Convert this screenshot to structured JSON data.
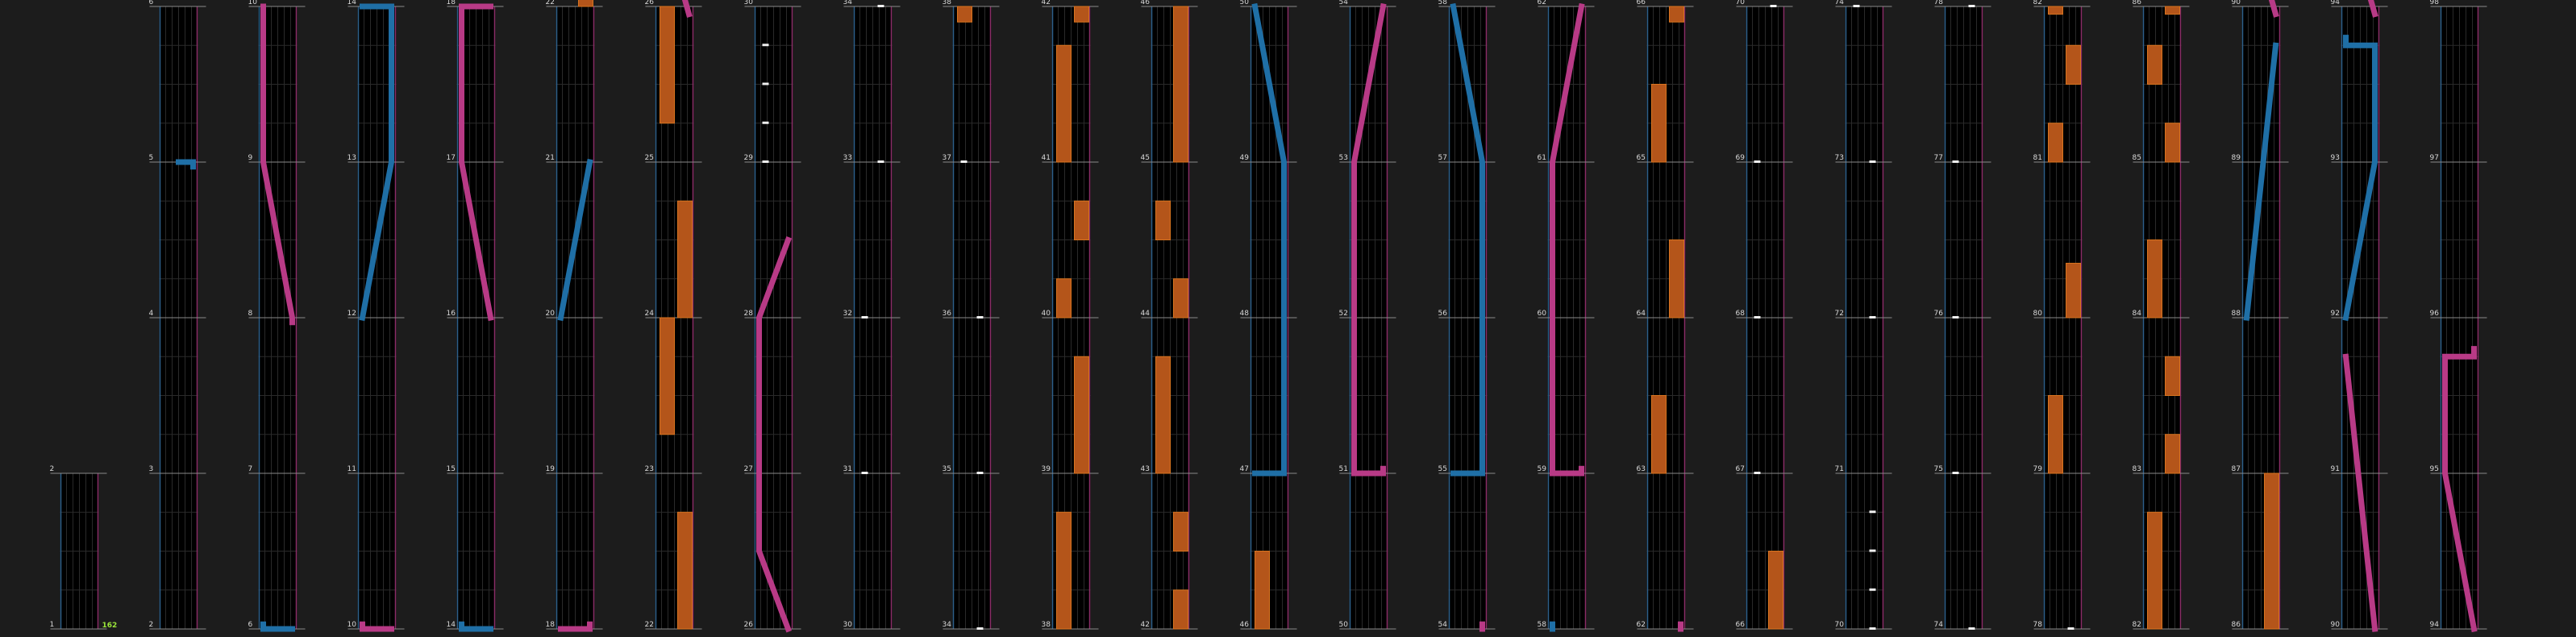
{
  "colors": {
    "background": "#1c1c1c",
    "lane_fill": "#000000",
    "lane_border_left": "#2d5f8a",
    "lane_border_right": "#8a2d66",
    "measure_line": "#8a8a8a",
    "grid_line": "#2a2a2a",
    "blue_arrow": "#1f6fa6",
    "pink_arrow": "#b83a86",
    "hold_fill": "#b4551a",
    "hold_edge": "#d8741f",
    "tap_note": "#f0f0f0",
    "combo_text": "#9be53a",
    "label_text": "#d8d8d8"
  },
  "combo_counter": "162",
  "columns": [
    {
      "labels": [
        "1",
        "2"
      ],
      "notes": []
    },
    {
      "labels": [
        "2",
        "3",
        "4",
        "5",
        "6"
      ],
      "notes": [
        {
          "kind": "path",
          "color": "blue",
          "pts": [
            [
              0.5,
              5
            ],
            [
              1,
              5
            ],
            [
              1,
              4.97
            ]
          ]
        }
      ]
    },
    {
      "labels": [
        "6",
        "7",
        "8",
        "9",
        "10"
      ],
      "notes": [
        {
          "kind": "path",
          "color": "blue",
          "pts": [
            [
              0,
              6.03
            ],
            [
              0,
              6
            ],
            [
              1,
              6
            ]
          ]
        },
        {
          "kind": "path",
          "color": "pink",
          "pts": [
            [
              0,
              10
            ],
            [
              0,
              9
            ],
            [
              1,
              8
            ],
            [
              1,
              7.97
            ]
          ]
        }
      ]
    },
    {
      "labels": [
        "10",
        "11",
        "12",
        "13",
        "14"
      ],
      "notes": [
        {
          "kind": "path",
          "color": "pink",
          "pts": [
            [
              0,
              10.03
            ],
            [
              0,
              10
            ],
            [
              1,
              10
            ]
          ]
        },
        {
          "kind": "path",
          "color": "blue",
          "pts": [
            [
              0,
              14
            ],
            [
              1,
              14
            ],
            [
              1,
              13
            ],
            [
              0,
              12
            ]
          ]
        }
      ]
    },
    {
      "labels": [
        "14",
        "15",
        "16",
        "17",
        "18"
      ],
      "notes": [
        {
          "kind": "path",
          "color": "blue",
          "pts": [
            [
              0,
              14.03
            ],
            [
              0,
              14
            ],
            [
              1,
              14
            ]
          ]
        },
        {
          "kind": "path",
          "color": "pink",
          "pts": [
            [
              1,
              18
            ],
            [
              0,
              18
            ],
            [
              0,
              17
            ],
            [
              1,
              16
            ]
          ]
        }
      ]
    },
    {
      "labels": [
        "18",
        "19",
        "20",
        "21",
        "22"
      ],
      "notes": [
        {
          "kind": "path",
          "color": "pink",
          "pts": [
            [
              0,
              18
            ],
            [
              1,
              18
            ],
            [
              1,
              18.03
            ]
          ]
        },
        {
          "kind": "path",
          "color": "blue",
          "pts": [
            [
              0,
              20
            ],
            [
              1,
              21
            ]
          ]
        },
        {
          "kind": "hold",
          "lane": 1,
          "from": 22,
          "to": 22.15
        }
      ]
    },
    {
      "labels": [
        "22",
        "23",
        "24",
        "25",
        "26"
      ],
      "notes": [
        {
          "kind": "hold",
          "lane": 1,
          "from": 22,
          "to": 22.75
        },
        {
          "kind": "hold",
          "lane": 0,
          "from": 23.25,
          "to": 24
        },
        {
          "kind": "hold",
          "lane": 1,
          "from": 24,
          "to": 24.75
        },
        {
          "kind": "hold",
          "lane": 0,
          "from": 25.25,
          "to": 26
        },
        {
          "kind": "path",
          "color": "pink",
          "pts": [
            [
              0.85,
              26.05
            ],
            [
              1,
              25.95
            ]
          ]
        }
      ]
    },
    {
      "labels": [
        "26",
        "27",
        "28",
        "29",
        "30"
      ],
      "notes": [
        {
          "kind": "path",
          "color": "pink",
          "pts": [
            [
              1,
              26
            ],
            [
              0,
              26.5
            ],
            [
              0,
              28
            ],
            [
              1,
              28.5
            ]
          ]
        },
        {
          "kind": "tap",
          "lane": 0,
          "at": 29
        },
        {
          "kind": "tap",
          "lane": 0,
          "at": 29.25
        },
        {
          "kind": "tap",
          "lane": 0,
          "at": 29.5
        },
        {
          "kind": "tap",
          "lane": 0,
          "at": 29.75
        }
      ]
    },
    {
      "labels": [
        "30",
        "31",
        "32",
        "33",
        "34"
      ],
      "notes": [
        {
          "kind": "tap",
          "lane": 0,
          "at": 31
        },
        {
          "kind": "tap",
          "lane": 0,
          "at": 32
        },
        {
          "kind": "tap",
          "lane": 1,
          "at": 33
        },
        {
          "kind": "tap",
          "lane": 1,
          "at": 34
        }
      ]
    },
    {
      "labels": [
        "34",
        "35",
        "36",
        "37",
        "38"
      ],
      "notes": [
        {
          "kind": "tap",
          "lane": 1,
          "at": 34
        },
        {
          "kind": "tap",
          "lane": 1,
          "at": 35
        },
        {
          "kind": "tap",
          "lane": 1,
          "at": 36
        },
        {
          "kind": "tap",
          "lane": 0,
          "at": 37
        },
        {
          "kind": "hold",
          "lane": 0,
          "from": 37.9,
          "to": 38
        }
      ]
    },
    {
      "labels": [
        "38",
        "39",
        "40",
        "41",
        "42"
      ],
      "notes": [
        {
          "kind": "hold",
          "lane": 0,
          "from": 38,
          "to": 38.75
        },
        {
          "kind": "hold",
          "lane": 1,
          "from": 39,
          "to": 39.75
        },
        {
          "kind": "hold",
          "lane": 0,
          "from": 40,
          "to": 40.25
        },
        {
          "kind": "hold",
          "lane": 1,
          "from": 40.5,
          "to": 40.75
        },
        {
          "kind": "hold",
          "lane": 0,
          "from": 41,
          "to": 41.75
        },
        {
          "kind": "hold",
          "lane": 1,
          "from": 41.9,
          "to": 42
        }
      ]
    },
    {
      "labels": [
        "42",
        "43",
        "44",
        "45",
        "46"
      ],
      "notes": [
        {
          "kind": "hold",
          "lane": 1,
          "from": 42,
          "to": 42.25
        },
        {
          "kind": "hold",
          "lane": 1,
          "from": 42.5,
          "to": 42.75
        },
        {
          "kind": "hold",
          "lane": 0,
          "from": 43,
          "to": 43.75
        },
        {
          "kind": "hold",
          "lane": 1,
          "from": 44,
          "to": 44.25
        },
        {
          "kind": "hold",
          "lane": 0,
          "from": 44.5,
          "to": 44.75
        },
        {
          "kind": "hold",
          "lane": 1,
          "from": 45,
          "to": 46
        }
      ]
    },
    {
      "labels": [
        "46",
        "47",
        "48",
        "49",
        "50"
      ],
      "notes": [
        {
          "kind": "hold",
          "lane": 0,
          "from": 46,
          "to": 46.5
        },
        {
          "kind": "path",
          "color": "blue",
          "pts": [
            [
              0,
              47
            ],
            [
              1,
              47
            ],
            [
              1,
              49
            ],
            [
              0,
              50
            ]
          ]
        }
      ]
    },
    {
      "labels": [
        "50",
        "51",
        "52",
        "53",
        "54"
      ],
      "notes": [
        {
          "kind": "path",
          "color": "pink",
          "pts": [
            [
              1,
              51.03
            ],
            [
              1,
              51
            ],
            [
              0,
              51
            ],
            [
              0,
              53
            ],
            [
              1,
              54
            ]
          ]
        }
      ]
    },
    {
      "labels": [
        "54",
        "55",
        "56",
        "57",
        "58"
      ],
      "notes": [
        {
          "kind": "path",
          "color": "pink",
          "pts": [
            [
              1,
              54
            ],
            [
              1,
              54.03
            ]
          ]
        },
        {
          "kind": "path",
          "color": "blue",
          "pts": [
            [
              0,
              55
            ],
            [
              1,
              55
            ],
            [
              1,
              57
            ],
            [
              0,
              58
            ]
          ]
        }
      ]
    },
    {
      "labels": [
        "58",
        "59",
        "60",
        "61",
        "62"
      ],
      "notes": [
        {
          "kind": "path",
          "color": "blue",
          "pts": [
            [
              0,
              58
            ],
            [
              0,
              58.03
            ]
          ]
        },
        {
          "kind": "path",
          "color": "pink",
          "pts": [
            [
              1,
              59.03
            ],
            [
              1,
              59
            ],
            [
              0,
              59
            ],
            [
              0,
              61
            ],
            [
              1,
              62
            ]
          ]
        }
      ]
    },
    {
      "labels": [
        "62",
        "63",
        "64",
        "65",
        "66"
      ],
      "notes": [
        {
          "kind": "path",
          "color": "pink",
          "pts": [
            [
              1,
              62
            ],
            [
              1,
              62.03
            ]
          ]
        },
        {
          "kind": "hold",
          "lane": 0,
          "from": 63,
          "to": 63.5
        },
        {
          "kind": "hold",
          "lane": 1,
          "from": 64,
          "to": 64.5
        },
        {
          "kind": "hold",
          "lane": 0,
          "from": 65,
          "to": 65.5
        },
        {
          "kind": "hold",
          "lane": 1,
          "from": 65.9,
          "to": 66
        }
      ]
    },
    {
      "labels": [
        "66",
        "67",
        "68",
        "69",
        "70"
      ],
      "notes": [
        {
          "kind": "hold",
          "lane": 1,
          "from": 66,
          "to": 66.5
        },
        {
          "kind": "tap",
          "lane": 0,
          "at": 67
        },
        {
          "kind": "tap",
          "lane": 0,
          "at": 68
        },
        {
          "kind": "tap",
          "lane": 0,
          "at": 69
        },
        {
          "kind": "tap",
          "lane": 1,
          "at": 70
        }
      ]
    },
    {
      "labels": [
        "70",
        "71",
        "72",
        "73",
        "74"
      ],
      "notes": [
        {
          "kind": "tap",
          "lane": 1,
          "at": 70
        },
        {
          "kind": "tap",
          "lane": 1,
          "at": 70.25
        },
        {
          "kind": "tap",
          "lane": 1,
          "at": 70.5
        },
        {
          "kind": "tap",
          "lane": 1,
          "at": 70.75
        },
        {
          "kind": "tap",
          "lane": 1,
          "at": 72
        },
        {
          "kind": "tap",
          "lane": 1,
          "at": 73
        },
        {
          "kind": "tap",
          "lane": 0,
          "at": 74
        }
      ]
    },
    {
      "labels": [
        "74",
        "75",
        "76",
        "77",
        "78"
      ],
      "notes": [
        {
          "kind": "tap",
          "lane": 1,
          "at": 74
        },
        {
          "kind": "tap",
          "lane": 0,
          "at": 75
        },
        {
          "kind": "tap",
          "lane": 0,
          "at": 76
        },
        {
          "kind": "tap",
          "lane": 0,
          "at": 77
        },
        {
          "kind": "tap",
          "lane": 1,
          "at": 78
        }
      ]
    },
    {
      "labels": [
        "78",
        "79",
        "80",
        "81",
        "82"
      ],
      "notes": [
        {
          "kind": "tap",
          "lane": 1,
          "at": 78
        },
        {
          "kind": "hold",
          "lane": 0,
          "from": 79,
          "to": 79.5
        },
        {
          "kind": "hold",
          "lane": 1,
          "from": 80,
          "to": 80.35
        },
        {
          "kind": "hold",
          "lane": 0,
          "from": 81,
          "to": 81.25
        },
        {
          "kind": "hold",
          "lane": 1,
          "from": 81.5,
          "to": 81.75
        },
        {
          "kind": "hold",
          "lane": 0,
          "from": 81.95,
          "to": 82
        }
      ]
    },
    {
      "labels": [
        "82",
        "83",
        "84",
        "85",
        "86"
      ],
      "notes": [
        {
          "kind": "hold",
          "lane": 0,
          "from": 82,
          "to": 82.75
        },
        {
          "kind": "hold",
          "lane": 1,
          "from": 83,
          "to": 83.25
        },
        {
          "kind": "hold",
          "lane": 1,
          "from": 83.5,
          "to": 83.75
        },
        {
          "kind": "hold",
          "lane": 0,
          "from": 84,
          "to": 84.5
        },
        {
          "kind": "hold",
          "lane": 1,
          "from": 85,
          "to": 85.25
        },
        {
          "kind": "hold",
          "lane": 0,
          "from": 85.5,
          "to": 85.75
        },
        {
          "kind": "hold",
          "lane": 1,
          "from": 85.95,
          "to": 86
        }
      ]
    },
    {
      "labels": [
        "86",
        "87",
        "88",
        "89",
        "90"
      ],
      "notes": [
        {
          "kind": "hold",
          "lane": 1,
          "from": 86,
          "to": 87
        },
        {
          "kind": "path",
          "color": "blue",
          "pts": [
            [
              0,
              88
            ],
            [
              1,
              89.75
            ]
          ]
        },
        {
          "kind": "path",
          "color": "pink",
          "pts": [
            [
              0.85,
              90.05
            ],
            [
              1,
              89.95
            ]
          ]
        }
      ]
    },
    {
      "labels": [
        "90",
        "91",
        "92",
        "93",
        "94"
      ],
      "notes": [
        {
          "kind": "path",
          "color": "pink",
          "pts": [
            [
              1,
              90
            ],
            [
              0,
              91.75
            ]
          ]
        },
        {
          "kind": "path",
          "color": "blue",
          "pts": [
            [
              0,
              92
            ],
            [
              1,
              93
            ],
            [
              1,
              93.75
            ],
            [
              0,
              93.75
            ],
            [
              0,
              93.8
            ]
          ]
        },
        {
          "kind": "path",
          "color": "pink",
          "pts": [
            [
              0.85,
              94.05
            ],
            [
              1,
              93.95
            ]
          ]
        }
      ]
    },
    {
      "labels": [
        "94",
        "95",
        "96",
        "97",
        "98"
      ],
      "notes": [
        {
          "kind": "path",
          "color": "pink",
          "pts": [
            [
              1,
              94
            ],
            [
              0,
              95
            ],
            [
              0,
              95.75
            ],
            [
              1,
              95.75
            ],
            [
              1,
              95.8
            ]
          ]
        }
      ]
    }
  ]
}
